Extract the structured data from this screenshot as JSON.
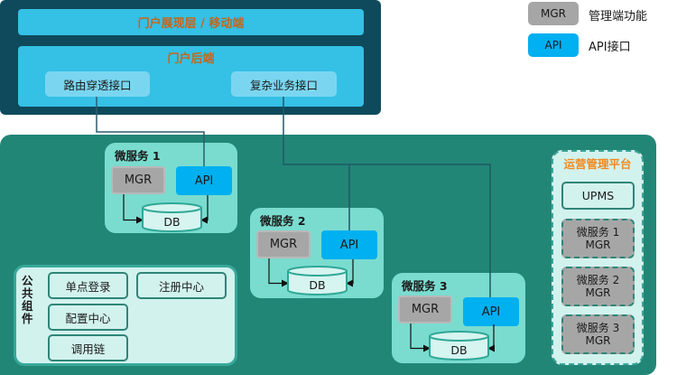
{
  "portal": {
    "frontend_title": "门户展现层 / 移动端",
    "backend_title": "门户后端",
    "interfaces": [
      {
        "label": "路由穿透接口"
      },
      {
        "label": "复杂业务接口"
      }
    ]
  },
  "legend": {
    "items": [
      {
        "chip": "MGR",
        "description": "管理端功能",
        "color": "#a6a6a6"
      },
      {
        "chip": "API",
        "description": "API接口",
        "color": "#00b0f0"
      }
    ]
  },
  "microservices": [
    {
      "title": "微服务 1",
      "mgr": "MGR",
      "api": "API",
      "db": "DB"
    },
    {
      "title": "微服务 2",
      "mgr": "MGR",
      "api": "API",
      "db": "DB"
    },
    {
      "title": "微服务 3",
      "mgr": "MGR",
      "api": "API",
      "db": "DB"
    }
  ],
  "common_components": {
    "title": "公共组件",
    "items": [
      "单点登录",
      "注册中心",
      "配置中心",
      "调用链"
    ]
  },
  "ops_platform": {
    "title": "运营管理平台",
    "upms": "UPMS",
    "mgr_items": [
      {
        "line1": "微服务 1",
        "line2": "MGR"
      },
      {
        "line1": "微服务 2",
        "line2": "MGR"
      },
      {
        "line1": "微服务 3",
        "line2": "MGR"
      }
    ]
  },
  "colors": {
    "portal_bg": "#0e4a5c",
    "portal_layer": "#35c0e6",
    "platform_bg": "#228677",
    "microservice_bg": "#7adccf",
    "title_orange": "#c8641a",
    "ops_title_orange": "#f08a24",
    "mgr_gray": "#a6a6a6",
    "api_blue": "#00b0f0"
  }
}
